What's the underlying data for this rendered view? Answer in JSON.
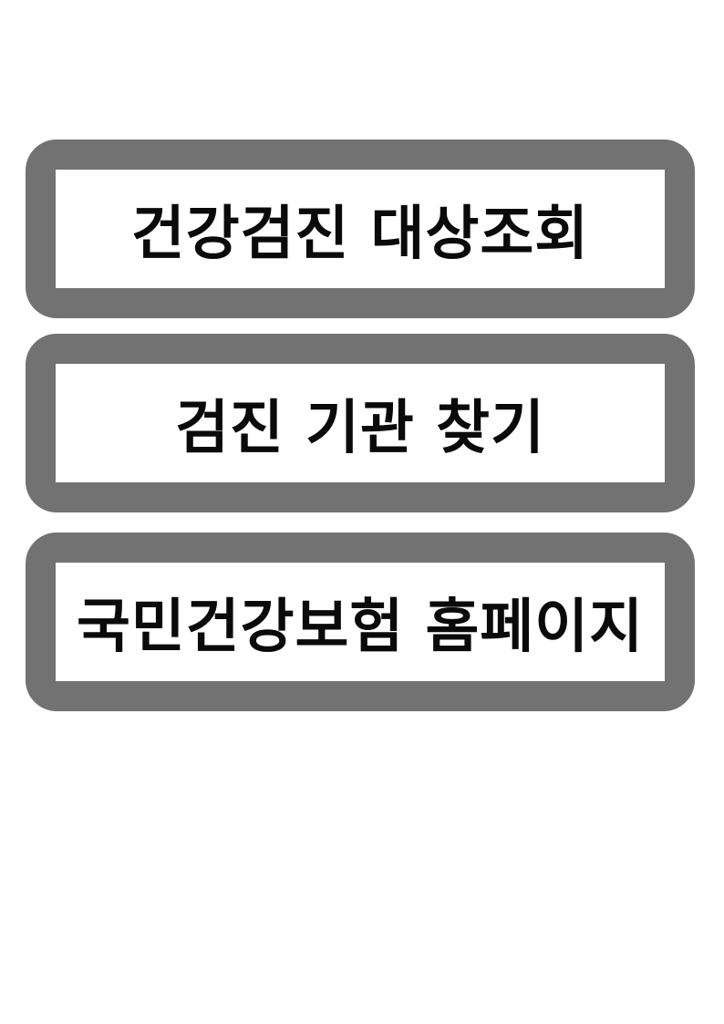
{
  "buttons": [
    {
      "label": "건강검진 대상조회"
    },
    {
      "label": "검진 기관 찾기"
    },
    {
      "label": "국민건강보험 홈페이지"
    }
  ],
  "colors": {
    "button_border": "#727272",
    "button_fill": "#ffffff",
    "label_text": "#0a0a0a"
  }
}
